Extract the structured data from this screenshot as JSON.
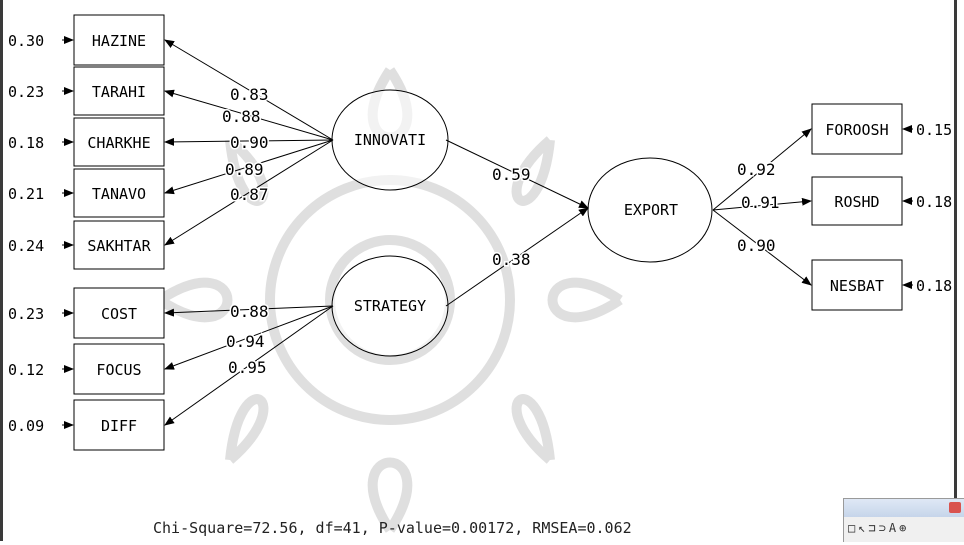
{
  "footer": "Chi-Square=72.56, df=41, P-value=0.00172, RMSEA=0.062",
  "toolbox_icons": "□↖⊐⊃A⊕",
  "colors": {
    "line": "#000000",
    "watermark": "#d9d9d9"
  },
  "latents": [
    {
      "id": "innov",
      "label": "INNOVATI"
    },
    {
      "id": "strat",
      "label": "STRATEGY"
    },
    {
      "id": "export",
      "label": "EXPORT"
    }
  ],
  "indicators": [
    {
      "id": "hazine",
      "label": "HAZINE",
      "error": "0.30",
      "loading": "0.83"
    },
    {
      "id": "tarahi",
      "label": "TARAHI",
      "error": "0.23",
      "loading": "0.88"
    },
    {
      "id": "charkhe",
      "label": "CHARKHE",
      "error": "0.18",
      "loading": "0.90"
    },
    {
      "id": "tanavo",
      "label": "TANAVO",
      "error": "0.21",
      "loading": "0.89"
    },
    {
      "id": "sakhtar",
      "label": "SAKHTAR",
      "error": "0.24",
      "loading": "0.87"
    },
    {
      "id": "cost",
      "label": "COST",
      "error": "0.23",
      "loading": "0.88"
    },
    {
      "id": "focus",
      "label": "FOCUS",
      "error": "0.12",
      "loading": "0.94"
    },
    {
      "id": "diff",
      "label": "DIFF",
      "error": "0.09",
      "loading": "0.95"
    },
    {
      "id": "foroosh",
      "label": "FOROOSH",
      "error": "0.15",
      "loading": "0.92"
    },
    {
      "id": "roshd",
      "label": "ROSHD",
      "error": "0.18",
      "loading": "0.91"
    },
    {
      "id": "nesbat",
      "label": "NESBAT",
      "error": "0.18",
      "loading": "0.90"
    }
  ],
  "paths": [
    {
      "id": "innov_export",
      "coef": "0.59"
    },
    {
      "id": "strat_export",
      "coef": "0.38"
    }
  ]
}
